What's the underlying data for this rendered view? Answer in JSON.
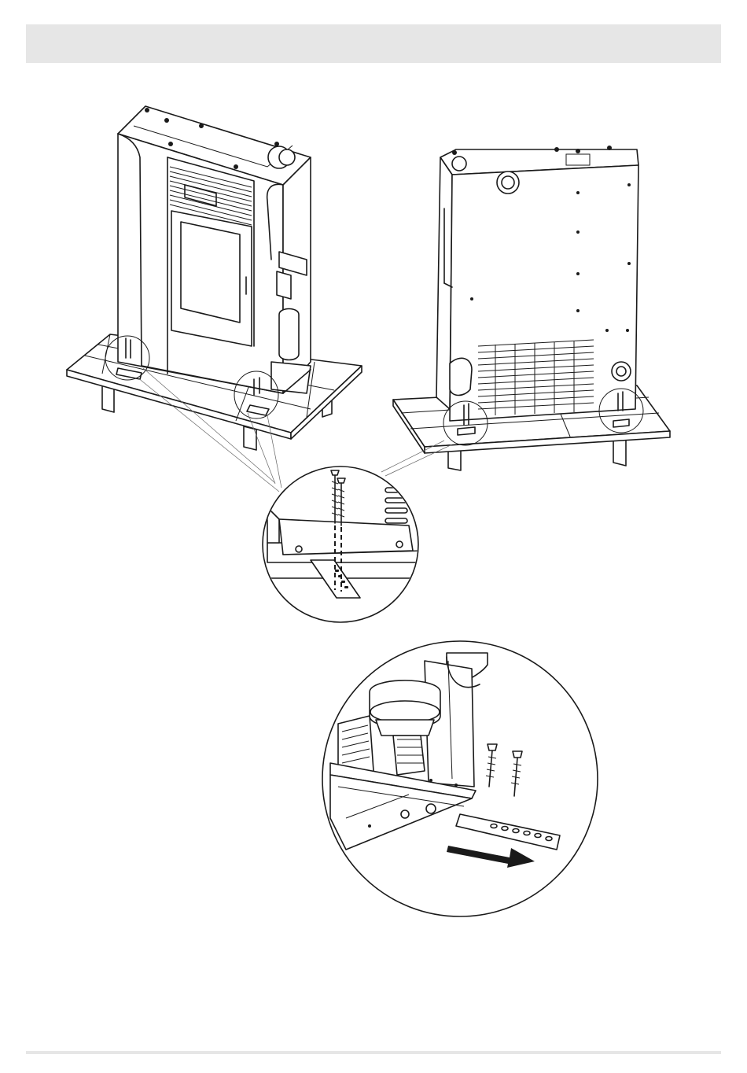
{
  "page": {
    "header_title": "",
    "footer_text": ""
  },
  "illustrations": [
    {
      "name": "stove-front-on-pallet"
    },
    {
      "name": "stove-rear-on-pallet"
    },
    {
      "name": "detail-screw-through-bracket"
    },
    {
      "name": "detail-bracket-removal-arrow"
    }
  ],
  "colors": {
    "header_bar": "#e6e6e6",
    "line": "#1a1a1a",
    "background": "#ffffff"
  }
}
